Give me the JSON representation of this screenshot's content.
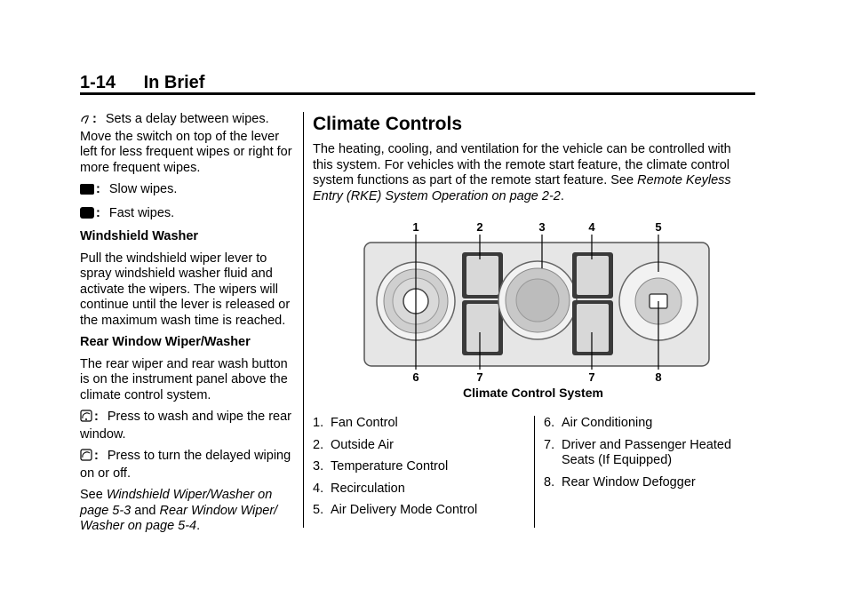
{
  "header": {
    "page_number": "1-14",
    "section_title": "In Brief"
  },
  "left_column": {
    "delay_text": "Sets a delay between wipes. Move the switch on top of the lever left for less frequent wipes or right for more frequent wipes.",
    "slow_text": "Slow wipes.",
    "fast_text": "Fast wipes.",
    "washer_heading": "Windshield Washer",
    "washer_text": "Pull the windshield wiper lever to spray windshield washer fluid and activate the wipers. The wipers will continue until the lever is released or the maximum wash time is reached.",
    "rear_heading": "Rear Window Wiper/Washer",
    "rear_text": "The rear wiper and rear wash button is on the instrument panel above the climate control system.",
    "rear_wash_text": "Press to wash and wipe the rear window.",
    "rear_delay_text": "Press to turn the delayed wiping on or off.",
    "see_prefix": "See",
    "see_ref1": "Windshield Wiper/Washer on page 5-3",
    "see_and": "and",
    "see_ref2": "Rear Window Wiper/ Washer on page 5-4",
    "see_period": ".",
    "colon": ":"
  },
  "climate": {
    "title": "Climate Controls",
    "intro_text": "The heating, cooling, and ventilation for the vehicle can be controlled with this system. For vehicles with the remote start feature, the climate control system functions as part of the remote start feature. See",
    "intro_ref": "Remote Keyless Entry (RKE) System Operation on page 2-2",
    "intro_period": ".",
    "callouts_top": [
      "1",
      "2",
      "3",
      "4",
      "5"
    ],
    "callouts_bottom": [
      "6",
      "7",
      "7",
      "8"
    ],
    "caption": "Climate Control System",
    "list_left": [
      {
        "num": "1.",
        "label": "Fan Control"
      },
      {
        "num": "2.",
        "label": "Outside Air"
      },
      {
        "num": "3.",
        "label": "Temperature Control"
      },
      {
        "num": "4.",
        "label": "Recirculation"
      },
      {
        "num": "5.",
        "label": "Air Delivery Mode Control"
      }
    ],
    "list_right": [
      {
        "num": "6.",
        "label": "Air Conditioning"
      },
      {
        "num": "7.",
        "label": "Driver and Passenger Heated",
        "cont": "Seats (If Equipped)"
      },
      {
        "num": "8.",
        "label": "Rear Window Defogger"
      }
    ]
  },
  "colors": {
    "text": "#000000",
    "panel_bg": "#e6e6e6",
    "knob": "#c8c8c8",
    "button": "#3a3a3a"
  }
}
